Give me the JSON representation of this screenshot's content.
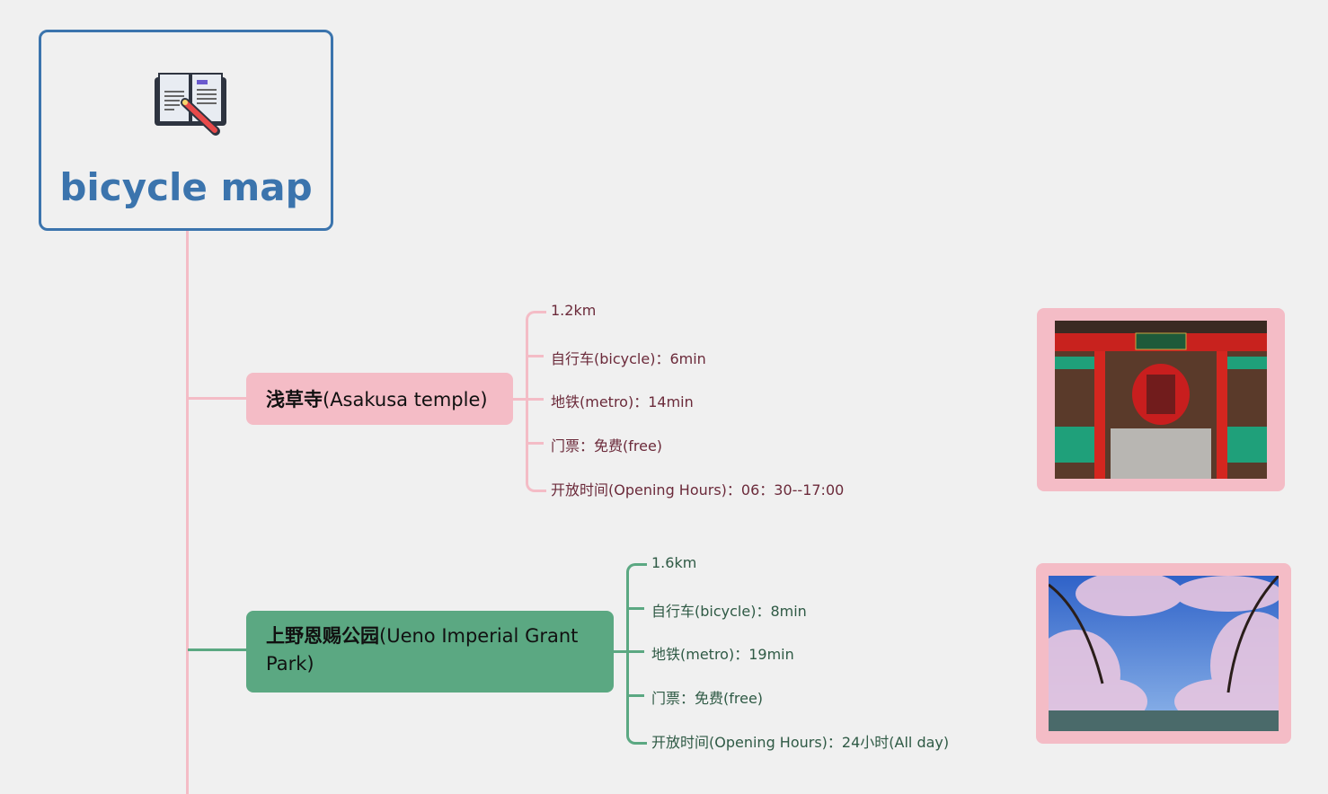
{
  "root": {
    "title": "bicycle map",
    "icon": "book-pencil-icon"
  },
  "topics": [
    {
      "name_zh": "浅草寺",
      "name_en": "(Asakusa temple)",
      "color": "#f4bcc6",
      "details": [
        "1.2km",
        "自行车(bicycle)：6min",
        "地铁(metro)：14min",
        "门票：免费(free)",
        "开放时间(Opening Hours)：06：30--17:00"
      ]
    },
    {
      "name_zh": "上野恩赐公园",
      "name_en": "(Ueno Imperial Grant Park)",
      "color": "#5ba882",
      "details": [
        "1.6km",
        "自行车(bicycle)：8min",
        "地铁(metro)：19min",
        "门票：免费(free)",
        "开放时间(Opening Hours)：24小时(All day)"
      ]
    }
  ],
  "colors": {
    "root": "#3b74ad",
    "pink": "#f4bcc6",
    "green": "#5ba882",
    "background": "#f0f0f0"
  }
}
